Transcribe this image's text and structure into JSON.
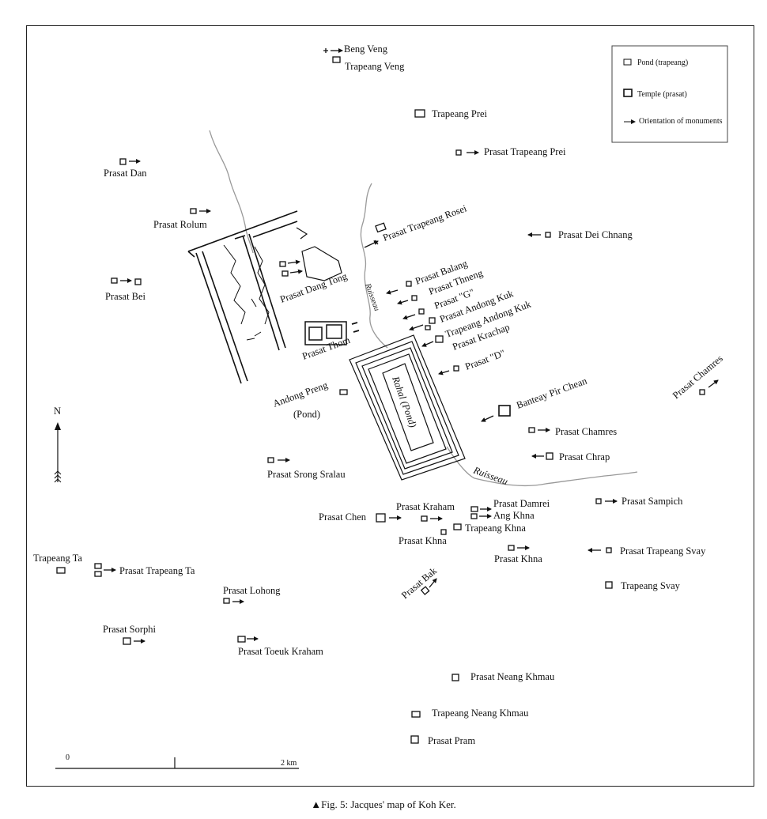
{
  "caption": "▲Fig. 5: Jacques' map of Koh Ker.",
  "legend": {
    "pond": "Pond (trapeang)",
    "temple": "Temple (prasat)",
    "orientation": "Orientation of monuments"
  },
  "north": "N",
  "scale": {
    "zero": "0",
    "end": "2 km"
  },
  "labels": {
    "beng_veng": "Beng Veng",
    "trapeang_veng": "Trapeang Veng",
    "trapeang_prei": "Trapeang Prei",
    "prasat_trapeang_prei": "Prasat Trapeang Prei",
    "prasat_dan": "Prasat Dan",
    "prasat_rolum": "Prasat Rolum",
    "prasat_trapeang_rosei": "Prasat Trapeang Rosei",
    "prasat_dei_chnang": "Prasat Dei Chnang",
    "prasat_bei": "Prasat Bei",
    "prasat_dang_tong": "Prasat Dang Tong",
    "ruisseau_1": "Ruisseau",
    "prasat_balang": "Prasat Balang",
    "prasat_thneng": "Prasat Thneng",
    "prasat_g": "Prasat \"G\"",
    "prasat_andong_kuk": "Prasat Andong Kuk",
    "trapeang_andong_kuk": "Trapeang Andong Kuk",
    "prasat_krachap": "Prasat Krachap",
    "prasat_d": "Prasat \"D\"",
    "prasat_thom": "Prasat Thom",
    "rahal": "Rahal (Pond)",
    "andong_preng": "Andong Preng",
    "andong_preng_pond": "(Pond)",
    "banteay_pir_chean": "Banteay Pir Chean",
    "prasat_chamres_ne": "Prasat Chamres",
    "prasat_chamres": "Prasat Chamres",
    "prasat_chrap": "Prasat Chrap",
    "ruisseau_2": "Ruisseau",
    "prasat_srong_sralau": "Prasat Srong Sralau",
    "prasat_chen": "Prasat Chen",
    "prasat_kraham": "Prasat Kraham",
    "prasat_damrei": "Prasat Damrei",
    "ang_khna": "Ang Khna",
    "trapeang_khna": "Trapeang Khna",
    "prasat_khna_1": "Prasat Khna",
    "prasat_khna_2": "Prasat Khna",
    "prasat_sampich": "Prasat Sampich",
    "prasat_trapeang_svay": "Prasat Trapeang Svay",
    "trapeang_svay": "Trapeang Svay",
    "trapeang_ta": "Trapeang Ta",
    "prasat_trapeang_ta": "Prasat Trapeang Ta",
    "prasat_bak": "Prasat Bak",
    "prasat_lohong": "Prasat Lohong",
    "prasat_sorphi": "Prasat Sorphi",
    "prasat_toeuk_kraham": "Prasat Toeuk Kraham",
    "prasat_neang_khmau": "Prasat Neang Khmau",
    "trapeang_neang_khmau": "Trapeang Neang Khmau",
    "prasat_pram": "Prasat Pram"
  }
}
